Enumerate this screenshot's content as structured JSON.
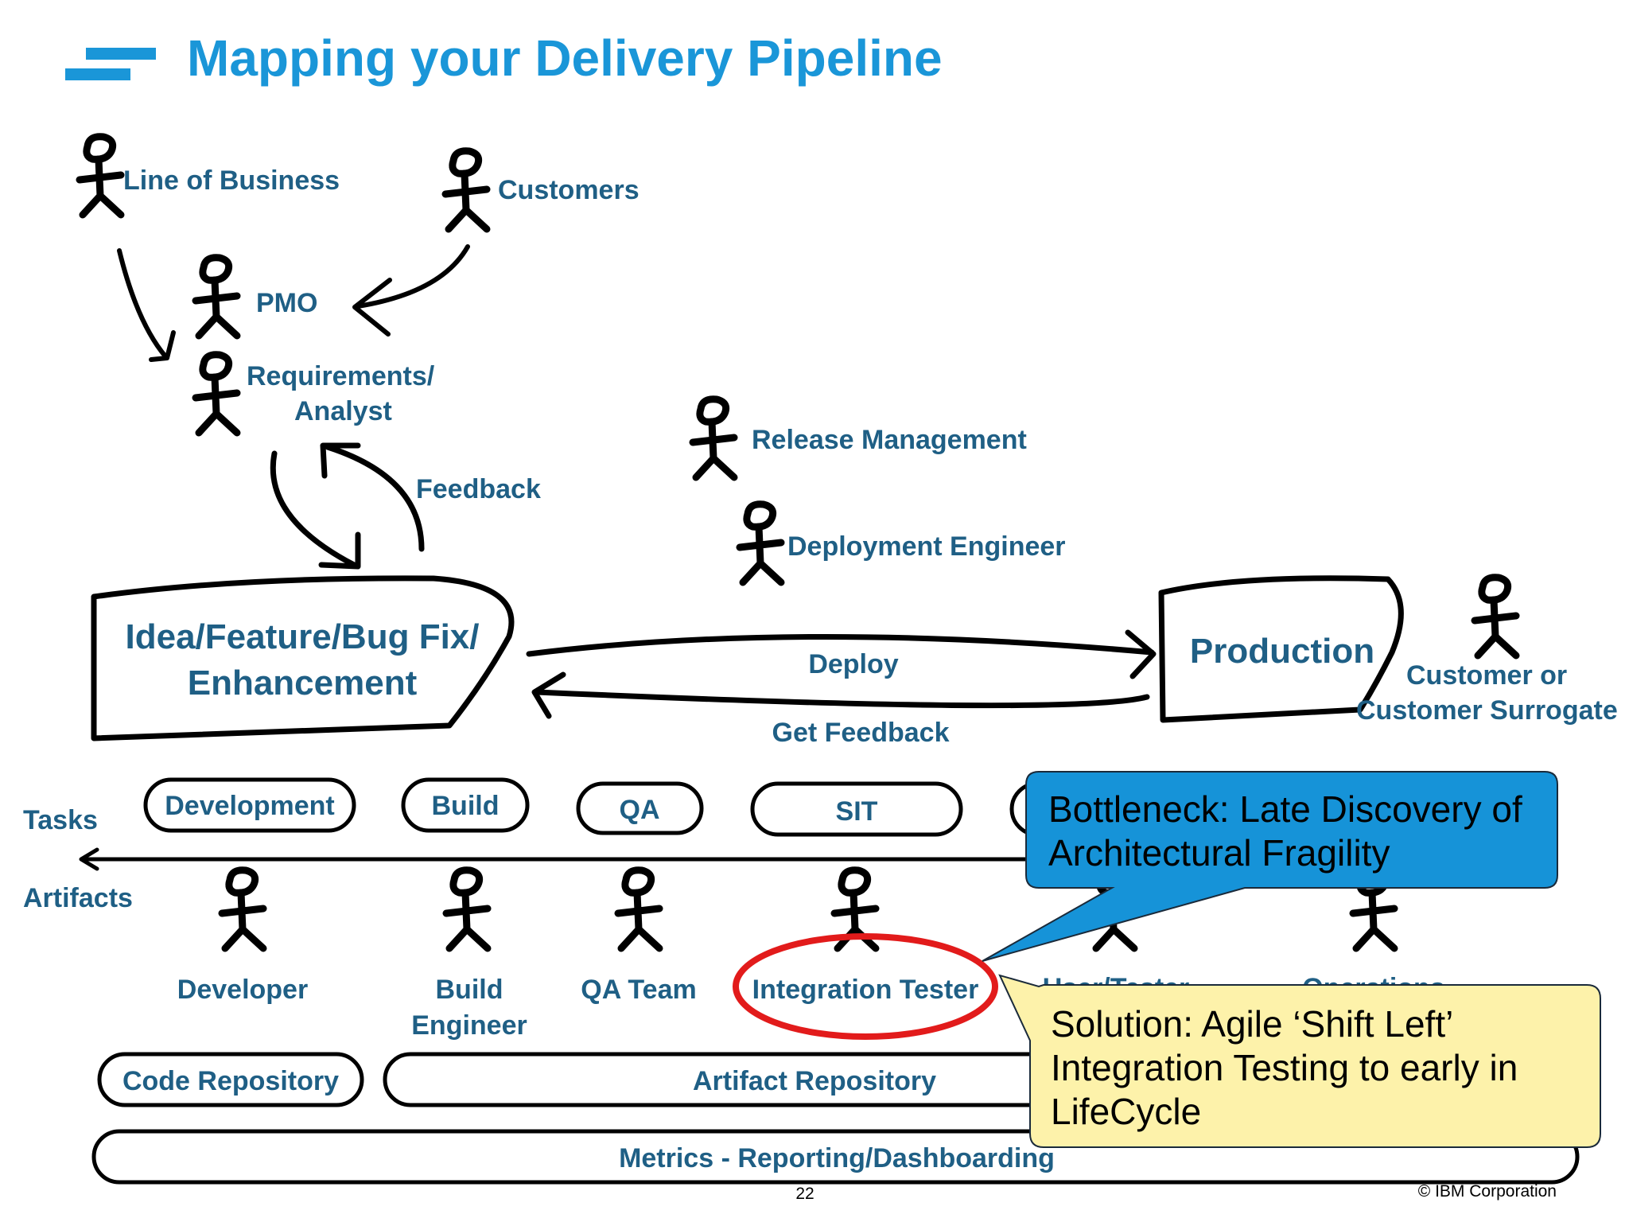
{
  "title": "Mapping your Delivery Pipeline",
  "colors": {
    "title": "#1a96d8",
    "label": "#1f5f85",
    "callout_blue": "#1693d8",
    "callout_yellow": "#fdf2aa",
    "circle": "#e21b1b"
  },
  "roles": {
    "line_of_business": "Line of Business",
    "customers": "Customers",
    "pmo": "PMO",
    "requirements_line1": "Requirements/",
    "requirements_line2": "Analyst",
    "release_management": "Release Management",
    "deployment_engineer": "Deployment Engineer",
    "customer_line1": "Customer or",
    "customer_line2": "Customer Surrogate",
    "developer": "Developer",
    "build_engineer_line1": "Build",
    "build_engineer_line2": "Engineer",
    "qa_team": "QA Team",
    "integration_tester": "Integration Tester",
    "user_tester": "User/Tester",
    "operations": "Operations"
  },
  "flow": {
    "feedback": "Feedback",
    "idea_line1": "Idea/Feature/Bug Fix/",
    "idea_line2": "Enhancement",
    "production": "Production",
    "deploy": "Deploy",
    "get_feedback": "Get Feedback"
  },
  "lanes": {
    "tasks": "Tasks",
    "artifacts": "Artifacts"
  },
  "stages": [
    "Development",
    "Build",
    "QA",
    "SIT"
  ],
  "repositories": {
    "code": "Code Repository",
    "artifact": "Artifact Repository",
    "metrics": "Metrics - Reporting/Dashboarding"
  },
  "callouts": {
    "bottleneck_line1": "Bottleneck: Late Discovery of",
    "bottleneck_line2": "Architectural Fragility",
    "solution_line1": "Solution: Agile ‘Shift Left’",
    "solution_line2": "Integration Testing to early in",
    "solution_line3": "LifeCycle"
  },
  "footer": {
    "page_number": "22",
    "copyright": "© IBM Corporation"
  }
}
